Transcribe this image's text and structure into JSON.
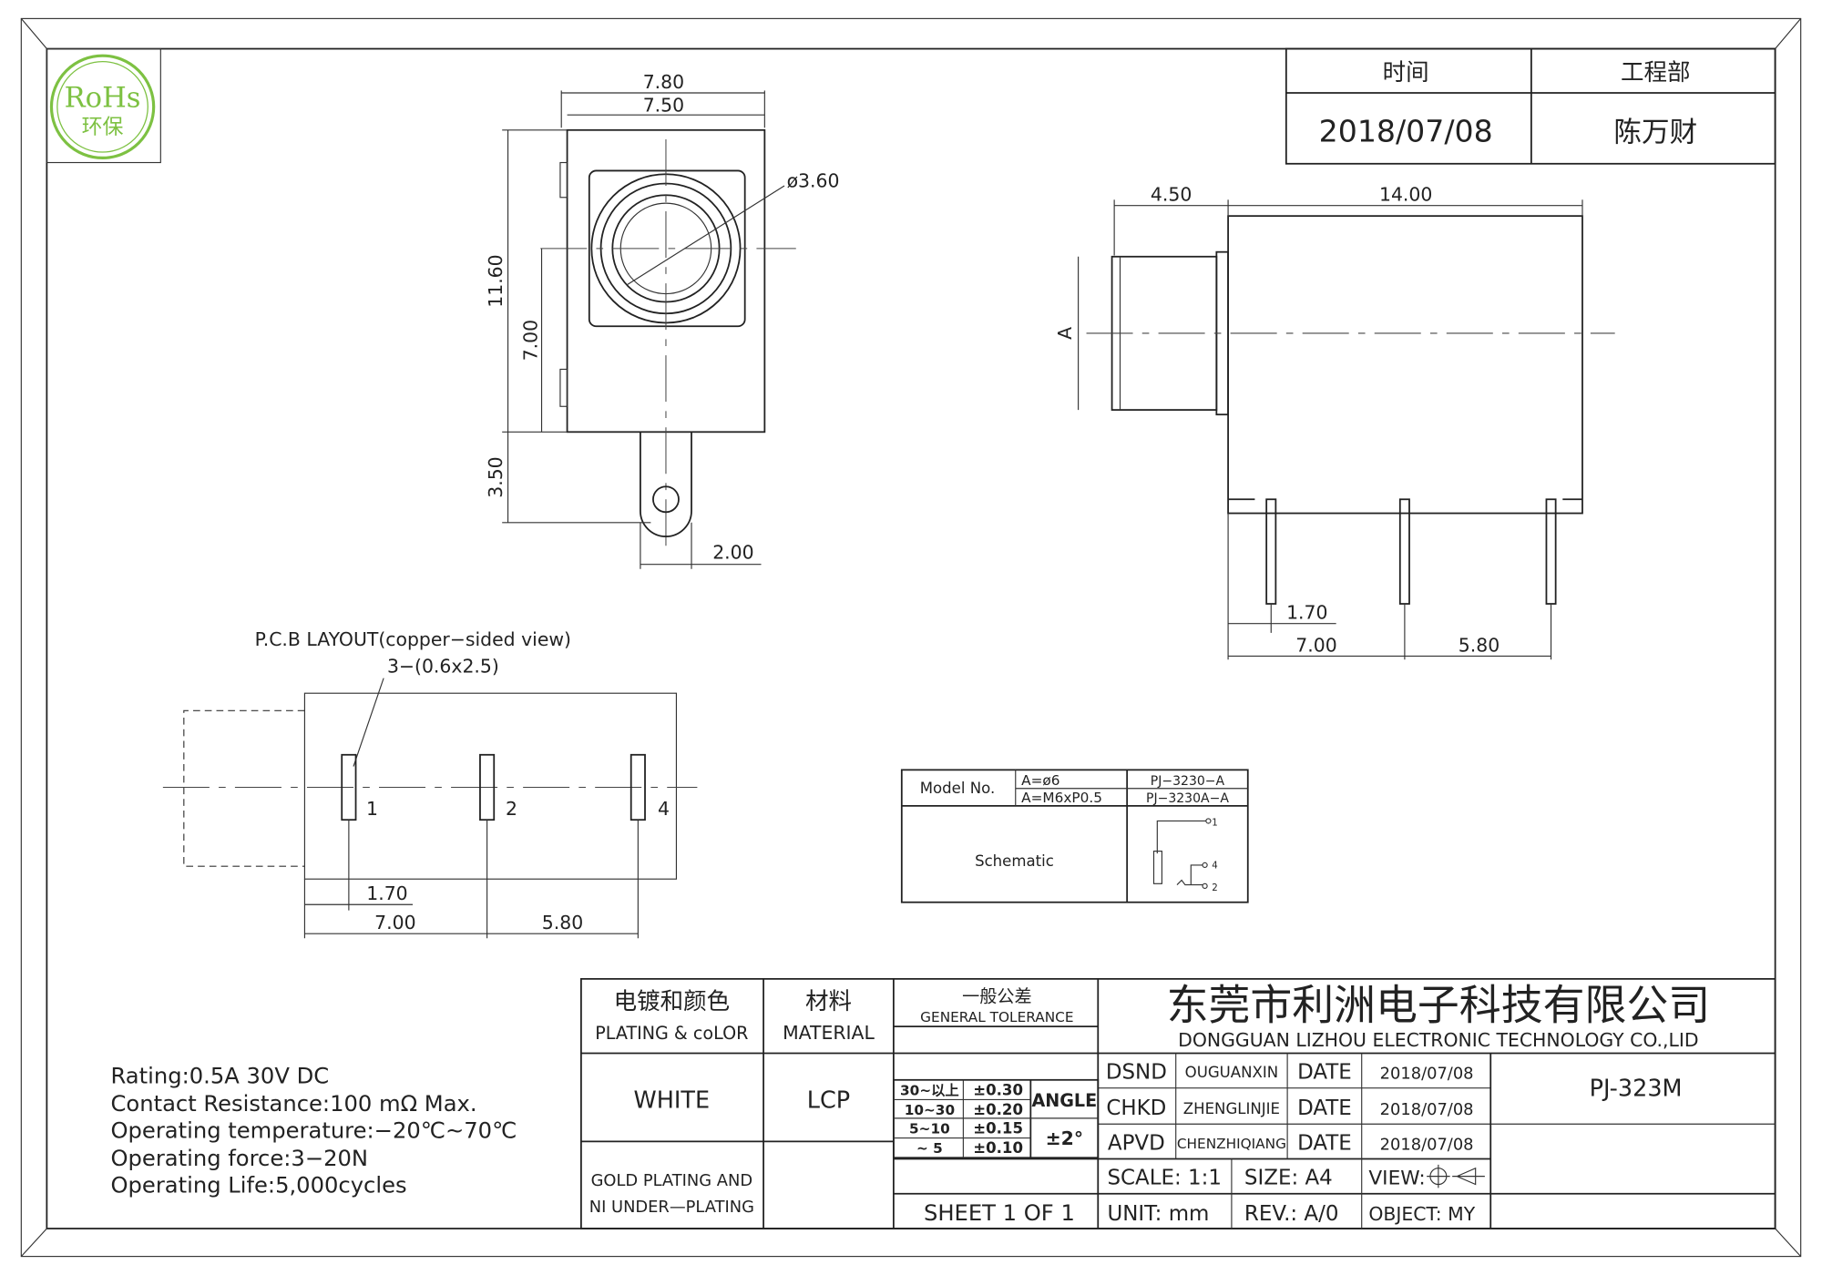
{
  "header": {
    "time_label": "时间",
    "dept_label": "工程部",
    "date": "2018/07/08",
    "person": "陈万财"
  },
  "logo": {
    "line1": "RoHs",
    "line2": "环保",
    "color": "#7dc142"
  },
  "front_view": {
    "width_outer": "7.80",
    "width_inner": "7.50",
    "diameter": "ø3.60",
    "height_total": "11.60",
    "height_center": "7.00",
    "pin_length": "3.50",
    "pin_width": "2.00"
  },
  "side_view": {
    "front_length": "4.50",
    "body_length": "14.00",
    "a_label": "A",
    "pin_offset": "1.70",
    "pin_spacing_1": "7.00",
    "pin_spacing_2": "5.80"
  },
  "pcb": {
    "title": "P.C.B LAYOUT(copper−sided view)",
    "hole_spec": "3−(0.6x2.5)",
    "pins": [
      "1",
      "2",
      "4"
    ],
    "dim_offset": "1.70",
    "dim_1": "7.00",
    "dim_2": "5.80"
  },
  "model_table": {
    "model_label": "Model No.",
    "rows": [
      {
        "a": "A=ø6",
        "model": "PJ−3230−A"
      },
      {
        "a": "A=M6xP0.5",
        "model": "PJ−3230A−A"
      }
    ],
    "schematic_label": "Schematic",
    "sch_pins": [
      "1",
      "4",
      "2"
    ]
  },
  "specs": [
    "Rating:0.5A  30V  DC",
    "Contact  Resistance:100  mΩ  Max.",
    "Operating  temperature:−20℃~70℃",
    "Operating  force:3−20N",
    "Operating  Life:5,000cycles"
  ],
  "title_block": {
    "plating_cn": "电镀和颜色",
    "plating_en": "PLATING & coLOR",
    "material_cn": "材料",
    "material_en": "MATERIAL",
    "tol_cn": "一般公差",
    "tol_en": "GENERAL TOLERANCE",
    "color_value": "WHITE",
    "material_value": "LCP",
    "plating_value_1": "GOLD PLATING AND",
    "plating_value_2": "NI UNDER—PLATING",
    "tolerances": [
      {
        "range": "30~以上",
        "tol": "±0.30"
      },
      {
        "range": "10~30",
        "tol": "±0.20"
      },
      {
        "range": "5~10",
        "tol": "±0.15"
      },
      {
        "range": "~ 5",
        "tol": "±0.10"
      }
    ],
    "angle_label": "ANGLE",
    "angle_tol": "±2°",
    "company_cn": "东莞市利洲电子科技有限公司",
    "company_en": "DONGGUAN LIZHOU ELECTRONIC TECHNOLOGY CO.,LID",
    "signoffs": [
      {
        "role": "DSND",
        "name": "OUGUANXIN",
        "date_label": "DATE",
        "date": "2018/07/08"
      },
      {
        "role": "CHKD",
        "name": "ZHENGLINJIE",
        "date_label": "DATE",
        "date": "2018/07/08"
      },
      {
        "role": "APVD",
        "name": "CHENZHIQIANG",
        "date_label": "DATE",
        "date": "2018/07/08"
      }
    ],
    "part_no": "PJ-323M",
    "scale": "SCALE:  1:1",
    "size": "SIZE:  A4",
    "view": "VIEW:",
    "sheet": "SHEET 1 OF 1",
    "unit": "UNIT:  mm",
    "rev": "REV.:  A/0",
    "object": "OBJECT:  MY"
  }
}
